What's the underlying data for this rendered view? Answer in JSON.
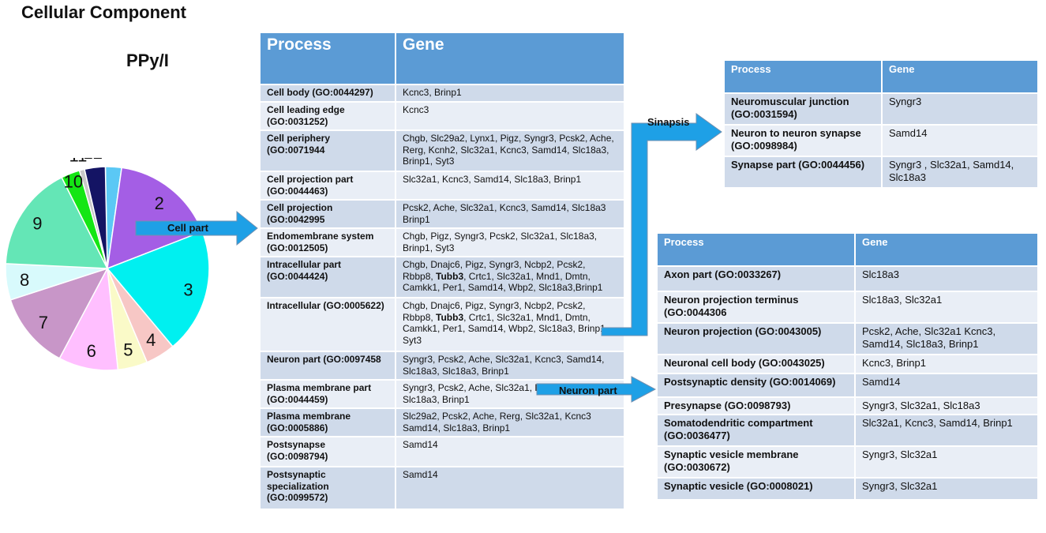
{
  "title": "Cellular Component",
  "pie": {
    "title": "PPy/I",
    "slices": [
      {
        "label": "1",
        "value": 2.5,
        "color": "#5bc8f5"
      },
      {
        "label": "2",
        "value": 16.4,
        "color": "#a45ee5"
      },
      {
        "label": "3",
        "value": 19.3,
        "color": "#00f0f0"
      },
      {
        "label": "4",
        "value": 4.6,
        "color": "#f7c7c5"
      },
      {
        "label": "5",
        "value": 4.6,
        "color": "#fafac8"
      },
      {
        "label": "6",
        "value": 9.2,
        "color": "#ffbfff"
      },
      {
        "label": "7",
        "value": 11.9,
        "color": "#c896c8"
      },
      {
        "label": "8",
        "value": 5.6,
        "color": "#d8fafc"
      },
      {
        "label": "9",
        "value": 16.4,
        "color": "#64e6b6"
      },
      {
        "label": "10",
        "value": 2.9,
        "color": "#14e614"
      },
      {
        "label": "11",
        "value": 0.8,
        "color": "#c8c8c8"
      },
      {
        "label": "12",
        "value": 3.2,
        "color": "#141464"
      }
    ]
  },
  "main_table": {
    "headers": {
      "process": "Process",
      "gene": "Gene"
    },
    "rows": [
      {
        "process": "Cell body (GO:0044297)",
        "gene": "Kcnc3, Brinp1"
      },
      {
        "process": "Cell leading edge (GO:0031252)",
        "gene": "Kcnc3"
      },
      {
        "process": "Cell periphery (GO:0071944",
        "gene": "Chgb, Slc29a2, Lynx1, Pigz, Syngr3, Pcsk2, Ache, Rerg, Kcnh2, Slc32a1, Kcnc3, Samd14, Slc18a3, Brinp1, Syt3"
      },
      {
        "process": "Cell projection part (GO:0044463)",
        "gene": "Slc32a1, Kcnc3, Samd14, Slc18a3, Brinp1"
      },
      {
        "process": "Cell projection (GO:0042995",
        "gene": "Pcsk2, Ache, Slc32a1, Kcnc3, Samd14, Slc18a3 Brinp1"
      },
      {
        "process": "Endomembrane system (GO:0012505)",
        "gene": "Chgb, Pigz, Syngr3, Pcsk2, Slc32a1, Slc18a3, Brinp1, Syt3"
      },
      {
        "process": "Intracellular part (GO:0044424)",
        "gene_pre": "Chgb, Dnajc6, Pigz, Syngr3, Ncbp2, Pcsk2, Rbbp8, ",
        "gene_bold": "Tubb3",
        "gene_post": ", Crtc1, Slc32a1, Mnd1, Dmtn, Camkk1, Per1, Samd14, Wbp2, Slc18a3,Brinp1"
      },
      {
        "process": "Intracellular (GO:0005622)",
        "gene_pre": "Chgb, Dnajc6, Pigz, Syngr3, Ncbp2, Pcsk2, Rbbp8, ",
        "gene_bold": "Tubb3",
        "gene_post": ", Crtc1, Slc32a1, Mnd1, Dmtn, Camkk1, Per1, Samd14, Wbp2, Slc18a3, Brinp1, Syt3"
      },
      {
        "process": "Neuron part (GO:0097458",
        "gene": "Syngr3, Pcsk2, Ache, Slc32a1, Kcnc3, Samd14, Slc18a3, Slc18a3, Brinp1"
      },
      {
        "process": "Plasma membrane part (GO:0044459)",
        "gene": "Syngr3, Pcsk2, Ache, Slc32a1, Kcnc3, Samd14, Slc18a3, Brinp1"
      },
      {
        "process": "Plasma membrane (GO:0005886)",
        "gene": "Slc29a2, Pcsk2, Ache, Rerg, Slc32a1, Kcnc3 Samd14, Slc18a3, Brinp1"
      },
      {
        "process": "Postsynapse (GO:0098794)",
        "gene": "Samd14"
      },
      {
        "process": "Postsynaptic specialization (GO:0099572)",
        "gene": "Samd14"
      }
    ]
  },
  "synapse_table": {
    "headers": {
      "process": "Process",
      "gene": "Gene"
    },
    "rows": [
      {
        "process": "Neuromuscular junction (GO:0031594)",
        "gene": "Syngr3"
      },
      {
        "process": "Neuron to neuron synapse (GO:0098984)",
        "gene": "Samd14"
      },
      {
        "process": "Synapse part (GO:0044456)",
        "gene": "Syngr3 , Slc32a1, Samd14, Slc18a3"
      }
    ]
  },
  "neuron_table": {
    "headers": {
      "process": "Process",
      "gene": "Gene"
    },
    "rows": [
      {
        "process": "Axon part (GO:0033267)",
        "gene": "Slc18a3"
      },
      {
        "process": "Neuron projection terminus (GO:0044306",
        "gene": "Slc18a3, Slc32a1"
      },
      {
        "process": "Neuron projection (GO:0043005)",
        "gene": "Pcsk2, Ache, Slc32a1 Kcnc3, Samd14, Slc18a3, Brinp1"
      },
      {
        "process": "Neuronal cell body (GO:0043025)",
        "gene": "Kcnc3, Brinp1"
      },
      {
        "process": "Postsynaptic density (GO:0014069)",
        "gene": "Samd14"
      },
      {
        "process": "Presynapse (GO:0098793)",
        "gene": "Syngr3, Slc32a1, Slc18a3"
      },
      {
        "process": "Somatodendritic compartment (GO:0036477)",
        "gene": "Slc32a1, Kcnc3, Samd14, Brinp1"
      },
      {
        "process": "Synaptic vesicle membrane (GO:0030672)",
        "gene": "Syngr3, Slc32a1"
      },
      {
        "process": "Synaptic vesicle (GO:0008021)",
        "gene": "Syngr3, Slc32a1"
      }
    ]
  },
  "arrows": {
    "cell_part": "Cell part",
    "sinapsis": "Sinapsis",
    "neuron_part": "Neuron part",
    "color": "#1ea0e6"
  }
}
